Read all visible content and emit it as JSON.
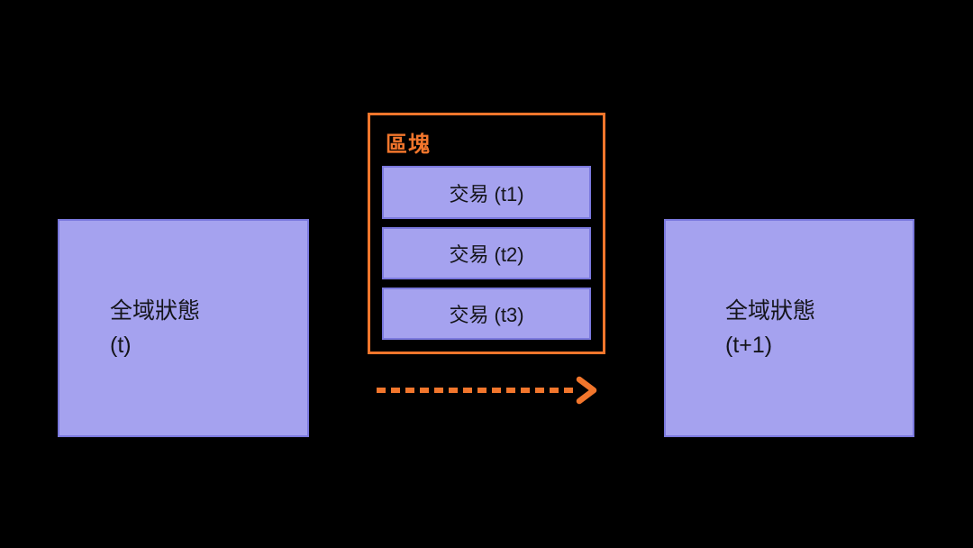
{
  "diagram_title": "state-transition-diagram",
  "colors": {
    "background": "#000000",
    "box_fill": "#A5A2EF",
    "box_border": "#7B79DE",
    "accent_orange": "#F2762C",
    "text_dark": "#15151B"
  },
  "left_state": {
    "title": "全域狀態",
    "subtitle": "(t)"
  },
  "block": {
    "label": "區塊",
    "transactions": [
      {
        "label": "交易 (t1)"
      },
      {
        "label": "交易 (t2)"
      },
      {
        "label": "交易 (t3)"
      }
    ]
  },
  "right_state": {
    "title": "全域狀態",
    "subtitle": "(t+1)"
  },
  "arrow": {
    "direction": "right",
    "style": "dashed"
  }
}
